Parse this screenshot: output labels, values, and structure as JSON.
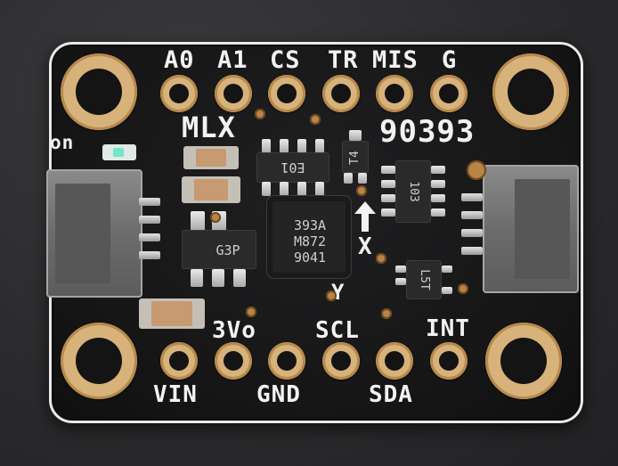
{
  "board": {
    "top_labels": [
      "A0",
      "A1",
      "CS",
      "TR",
      "MIS",
      "G"
    ],
    "bottom_labels": [
      "VIN",
      "GND",
      "SDA"
    ],
    "mid_labels": [
      "3Vo",
      "SCL",
      "INT"
    ],
    "title_left": "MLX",
    "title_right": "90393",
    "on_label": "on",
    "axis_x": "X",
    "axis_y": "Y",
    "chip_main_lines": [
      "393A",
      "M872",
      "9041"
    ],
    "chip_top_text": "E01",
    "chip_right_text": "103",
    "chip_small_top_text": "T4",
    "chip_reg_text": "G3P",
    "chip_small_bottom_text": "L5T"
  },
  "colors": {
    "pcb": "#151516",
    "silkscreen": "#f2f2f2",
    "gold": "#d7b27a",
    "led_green": "#76e4c9"
  }
}
